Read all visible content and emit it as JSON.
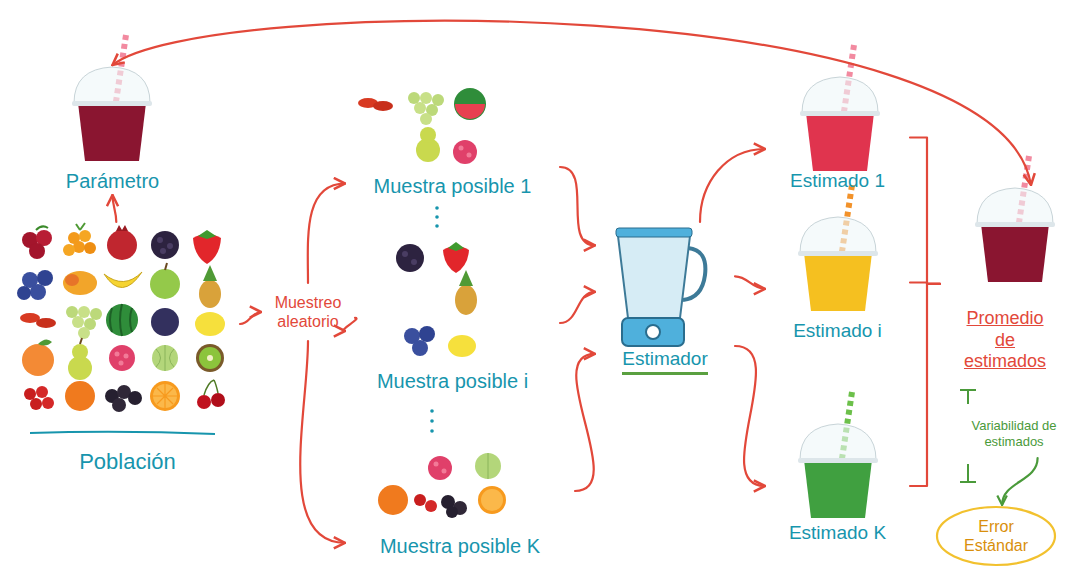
{
  "diagram": {
    "nodes": [
      {
        "text": [
          "Parámetro"
        ]
      },
      {
        "text": [
          "Población"
        ]
      },
      {
        "text": [
          "Muestreo aleatorio"
        ]
      },
      {
        "text": [
          "Muestra posible 1"
        ]
      },
      {
        "text": [
          "Muestra posible i"
        ]
      },
      {
        "text": [
          "Muestra posible K"
        ]
      },
      {
        "text": [
          "Estimador"
        ]
      },
      {
        "text": [
          "Estimado 1"
        ]
      },
      {
        "text": [
          "Estimado i"
        ]
      },
      {
        "text": [
          "Estimado K"
        ]
      },
      {
        "text": [
          "Promedio de estimados"
        ]
      },
      {
        "text": [
          "Variabilidad de estimados"
        ]
      },
      {
        "text": [
          "Error Estándar"
        ]
      }
    ],
    "edges": [
      {
        "from": 1,
        "to": 0,
        "arrow": "to"
      },
      {
        "from": 1,
        "to": 2,
        "arrow": "to"
      },
      {
        "from": 2,
        "to": 3,
        "arrow": "to"
      },
      {
        "from": 2,
        "to": 4,
        "arrow": "to"
      },
      {
        "from": 2,
        "to": 5,
        "arrow": "to"
      },
      {
        "from": 3,
        "to": 6,
        "arrow": "to"
      },
      {
        "from": 4,
        "to": 6,
        "arrow": "to"
      },
      {
        "from": 5,
        "to": 6,
        "arrow": "to"
      },
      {
        "from": 6,
        "to": 7,
        "arrow": "to"
      },
      {
        "from": 6,
        "to": 8,
        "arrow": "to"
      },
      {
        "from": 6,
        "to": 9,
        "arrow": "to"
      },
      {
        "from": 0,
        "to": 10,
        "arrow": "both"
      },
      {
        "from": 7,
        "to": 10,
        "arrow": "none"
      },
      {
        "from": 8,
        "to": 10,
        "arrow": "none"
      },
      {
        "from": 9,
        "to": 10,
        "arrow": "none"
      },
      {
        "from": 11,
        "to": 12,
        "arrow": "to"
      }
    ]
  }
}
